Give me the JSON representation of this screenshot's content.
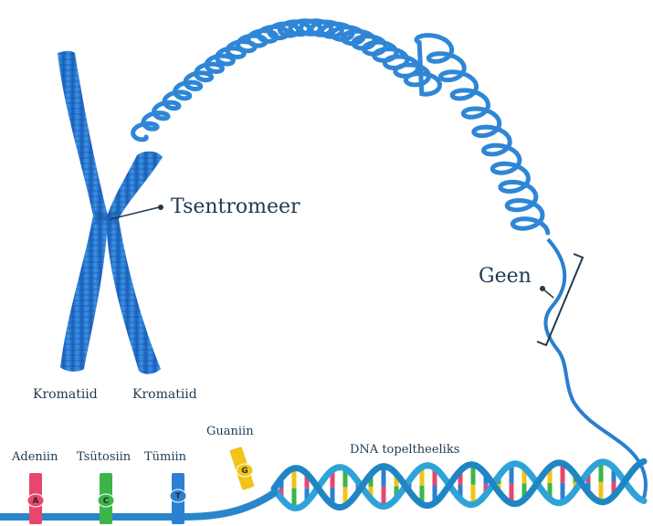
{
  "diagram": {
    "centromere_label": "Tsentromeer",
    "gene_label": "Geen",
    "chromatid_left_label": "Kromatiid",
    "chromatid_right_label": "Kromatiid",
    "dna_label": "DNA topeltheeliks",
    "bases": [
      {
        "name": "Adeniin",
        "letter": "A",
        "color": "#e8456f"
      },
      {
        "name": "Tsütosiin",
        "letter": "C",
        "color": "#3bb54a"
      },
      {
        "name": "Tümiin",
        "letter": "T",
        "color": "#2d7fd1"
      },
      {
        "name": "Guaniin",
        "letter": "G",
        "color": "#f2c318"
      }
    ],
    "colors": {
      "chromosome": "#2f7fd8",
      "chromosome_dark": "#1c5fb8",
      "coil": "#2f86d6",
      "helix_backbone": "#2ea3d8",
      "label_text": "#1d3a52"
    }
  }
}
